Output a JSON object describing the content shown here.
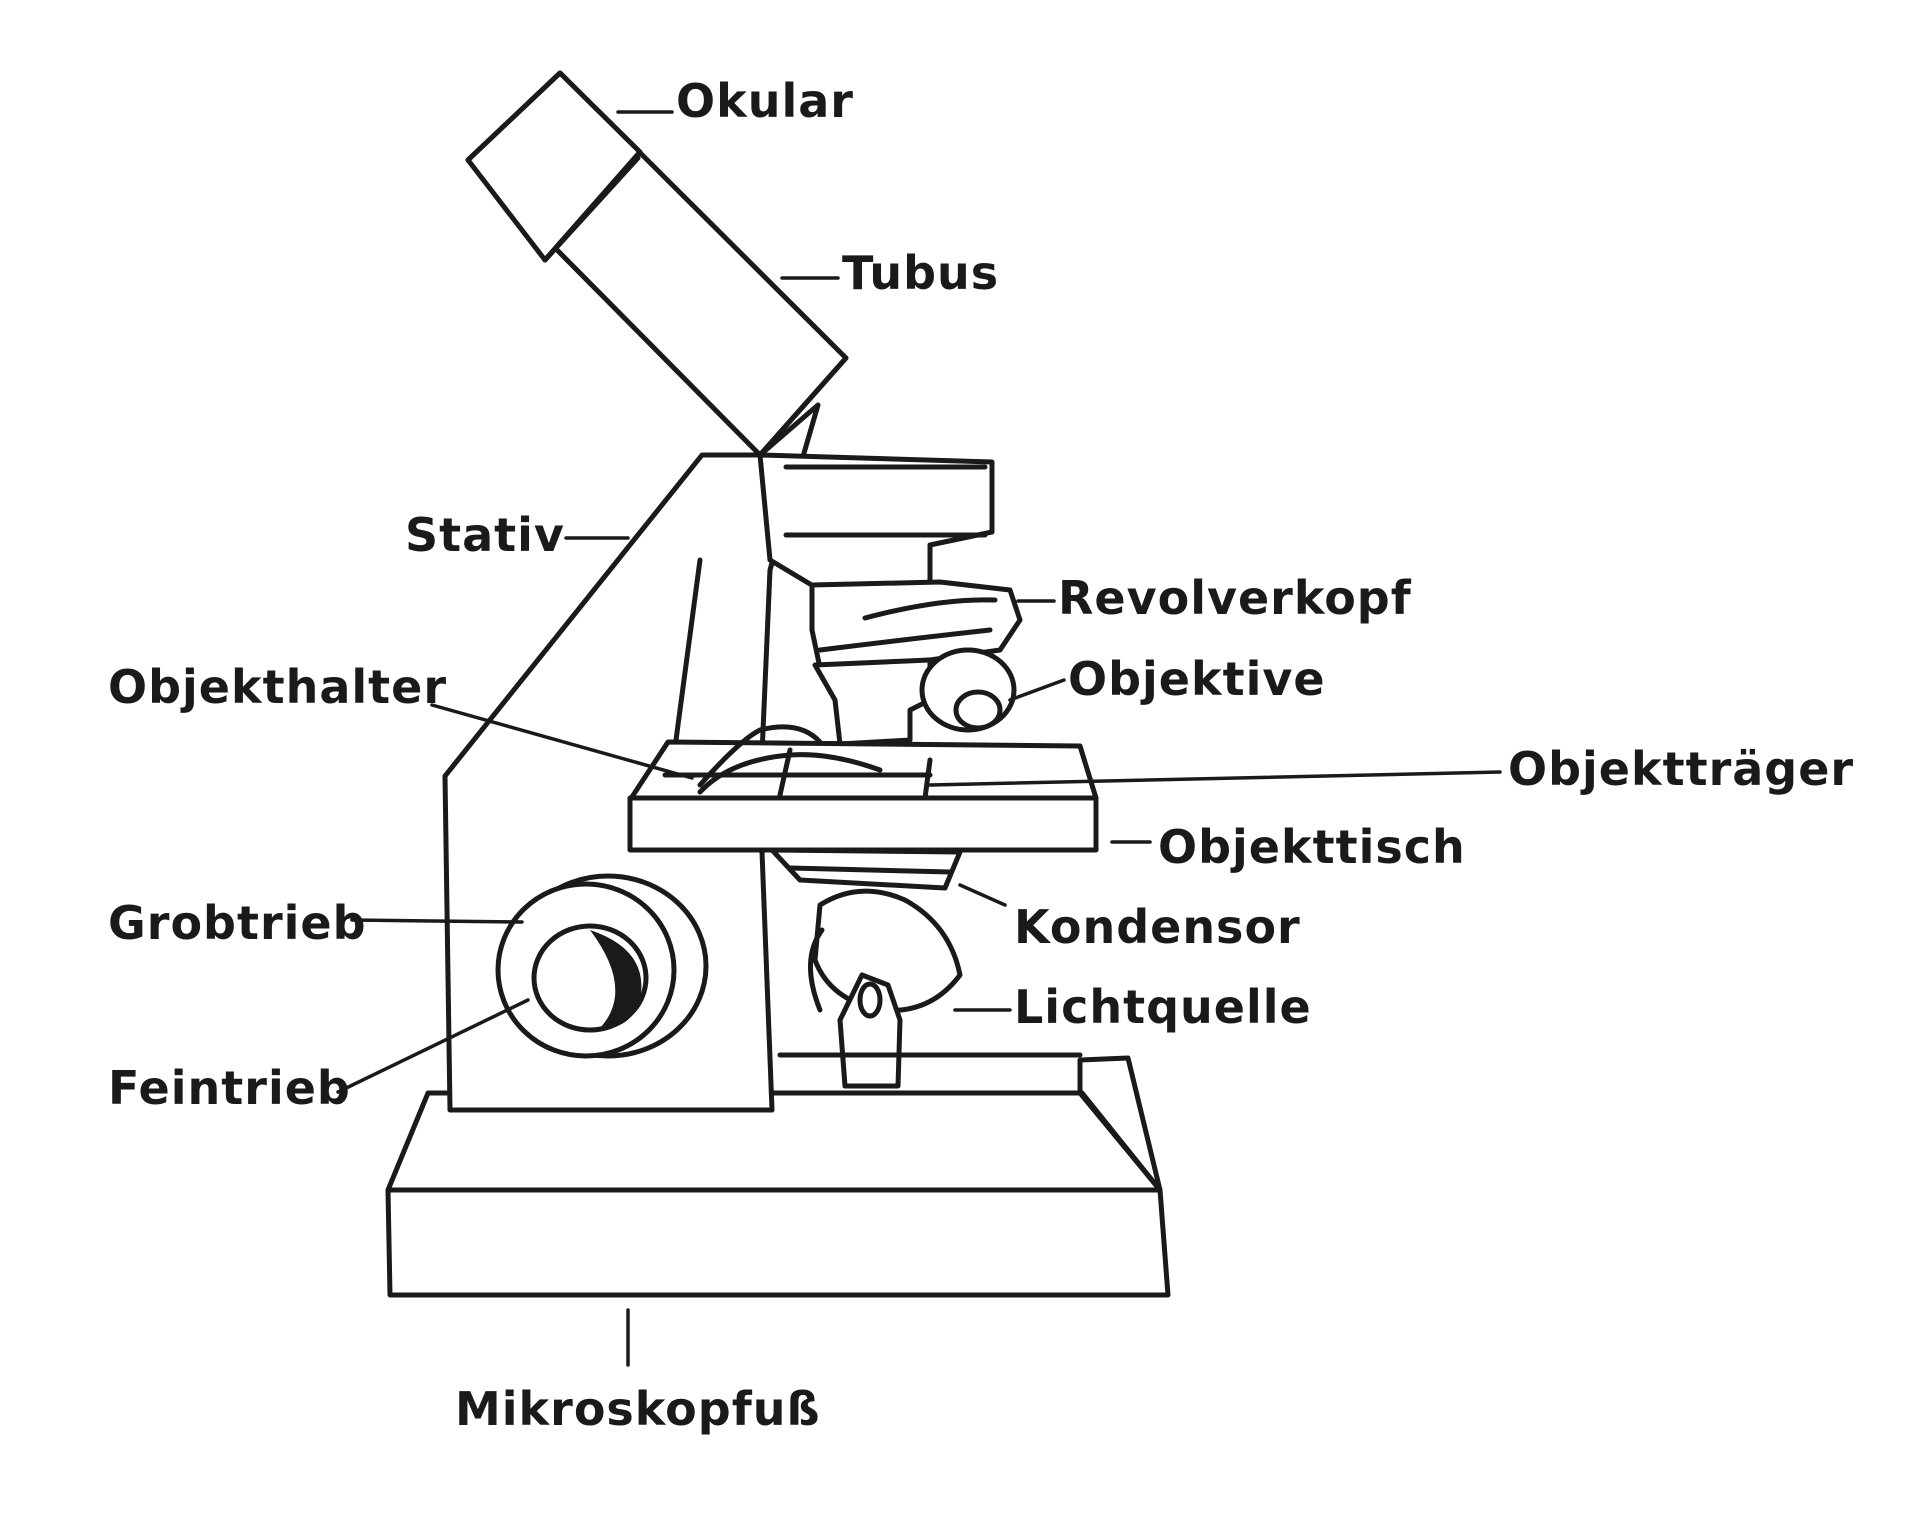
{
  "labels": {
    "okular": "Okular",
    "tubus": "Tubus",
    "stativ": "Stativ",
    "revolverkopf": "Revolverkopf",
    "objekthalter": "Objekthalter",
    "objektive": "Objektive",
    "objekttraeger": "Objektträger",
    "objekttisch": "Objekttisch",
    "grobtrieb": "Grobtrieb",
    "kondensor": "Kondensor",
    "lichtquelle": "Lichtquelle",
    "feintrieb": "Feintrieb",
    "mikroskopfuss": "Mikroskopfuß"
  }
}
